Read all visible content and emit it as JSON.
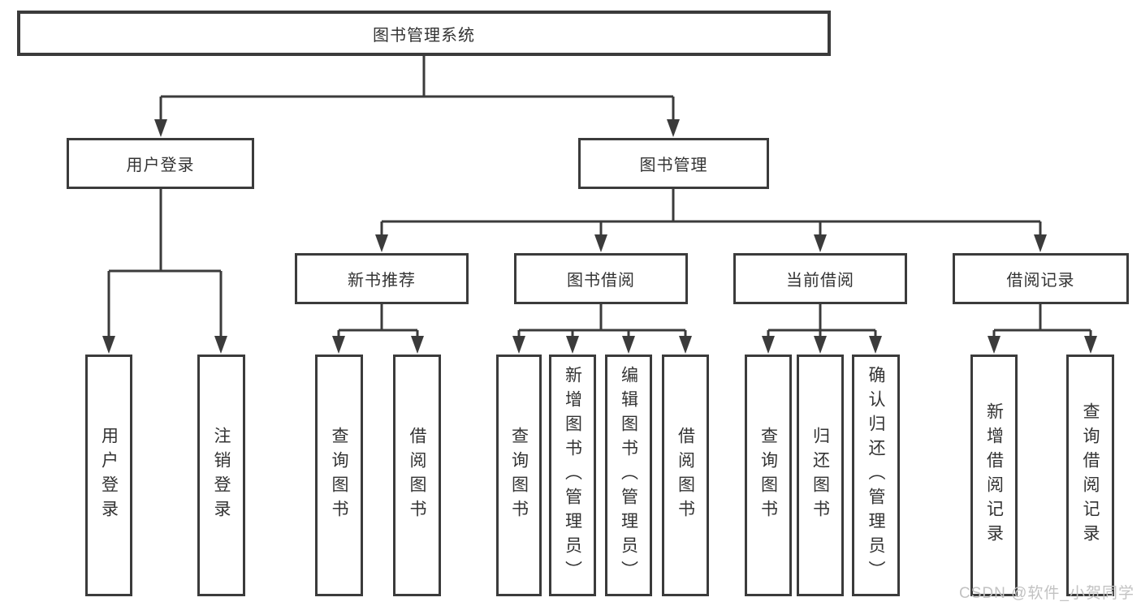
{
  "colors": {
    "line": "#3b3b3b",
    "box_border": "#3b3b3b",
    "text": "#333333",
    "background": "#ffffff",
    "watermark": "#c2c2c2"
  },
  "watermark": {
    "text": "CSDN @软件_小贺同学"
  },
  "tree": {
    "root": {
      "label": "图书管理系统",
      "children": [
        {
          "label": "用户登录",
          "children": [
            {
              "label": "用户登录"
            },
            {
              "label": "注销登录"
            }
          ]
        },
        {
          "label": "图书管理",
          "children": [
            {
              "label": "新书推荐",
              "children": [
                {
                  "label": "查询图书"
                },
                {
                  "label": "借阅图书"
                }
              ]
            },
            {
              "label": "图书借阅",
              "children": [
                {
                  "label": "查询图书"
                },
                {
                  "label": "新增图书（管理员）"
                },
                {
                  "label": "编辑图书（管理员）"
                },
                {
                  "label": "借阅图书"
                }
              ]
            },
            {
              "label": "当前借阅",
              "children": [
                {
                  "label": "查询图书"
                },
                {
                  "label": "归还图书"
                },
                {
                  "label": "确认归还（管理员）"
                }
              ]
            },
            {
              "label": "借阅记录",
              "children": [
                {
                  "label": "新增借阅记录"
                },
                {
                  "label": "查询借阅记录"
                }
              ]
            }
          ]
        }
      ]
    }
  }
}
